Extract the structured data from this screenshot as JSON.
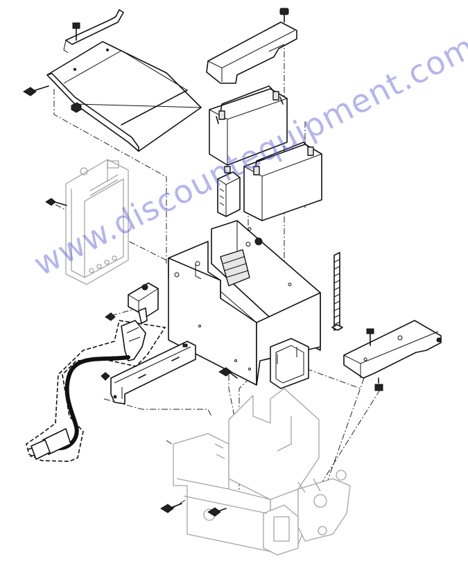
{
  "figure": {
    "kind": "exploded-parts-diagram",
    "line_color": "#111111",
    "ghost_color": "#a4a4a4",
    "background": "#ffffff"
  },
  "parts": [
    {
      "id": "top-cover",
      "name": "battery box lid with handle"
    },
    {
      "id": "top-bracket",
      "name": "battery hold-down bracket"
    },
    {
      "id": "battery-1",
      "name": "battery (rear)"
    },
    {
      "id": "battery-2",
      "name": "battery (front)"
    },
    {
      "id": "charger-module",
      "name": "small module"
    },
    {
      "id": "battery-box",
      "name": "battery box"
    },
    {
      "id": "side-panel",
      "name": "side panel (ghosted)"
    },
    {
      "id": "receptacle",
      "name": "power receptacle"
    },
    {
      "id": "cord",
      "name": "power cord with plug"
    },
    {
      "id": "mount-bracket-left",
      "name": "mounting bracket"
    },
    {
      "id": "mount-bracket-right",
      "name": "mounting bracket"
    },
    {
      "id": "threaded-rod",
      "name": "threaded rod"
    },
    {
      "id": "frame",
      "name": "vehicle frame (ghosted)"
    }
  ],
  "watermark": {
    "text": "www.discountequipment.com",
    "color": "#5a5ad7"
  }
}
